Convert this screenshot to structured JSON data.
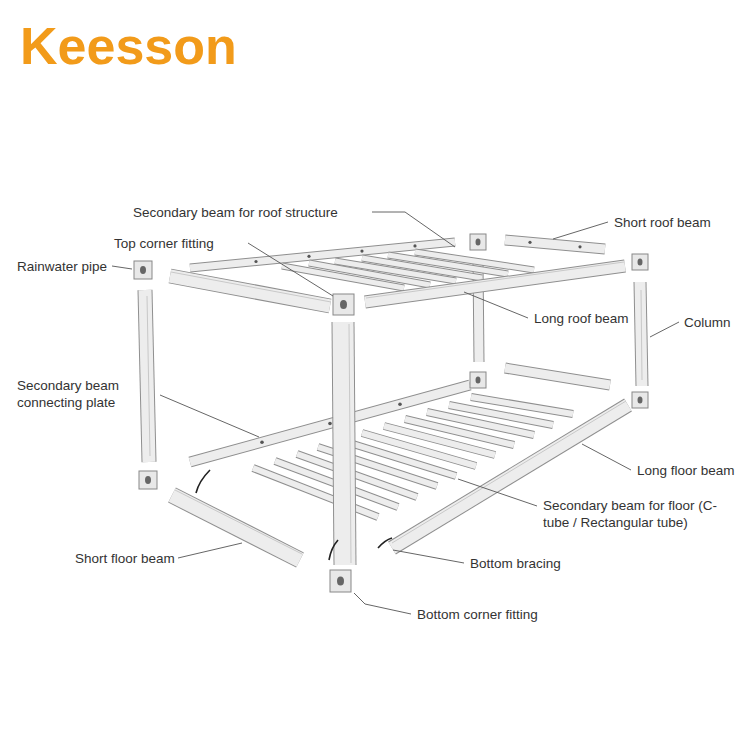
{
  "diagram": {
    "labels": [
      "Keesson",
      "Secondary beam for roof structure",
      "Short roof beam",
      "Top corner fitting",
      "Rainwater pipe",
      "Long roof beam",
      "Column",
      "Secondary beam connecting plate",
      "Long floor beam",
      "Secondary beam for floor (C-tube / Rectangular tube)",
      "Short floor beam",
      "Bottom bracing",
      "Bottom corner fitting"
    ]
  }
}
